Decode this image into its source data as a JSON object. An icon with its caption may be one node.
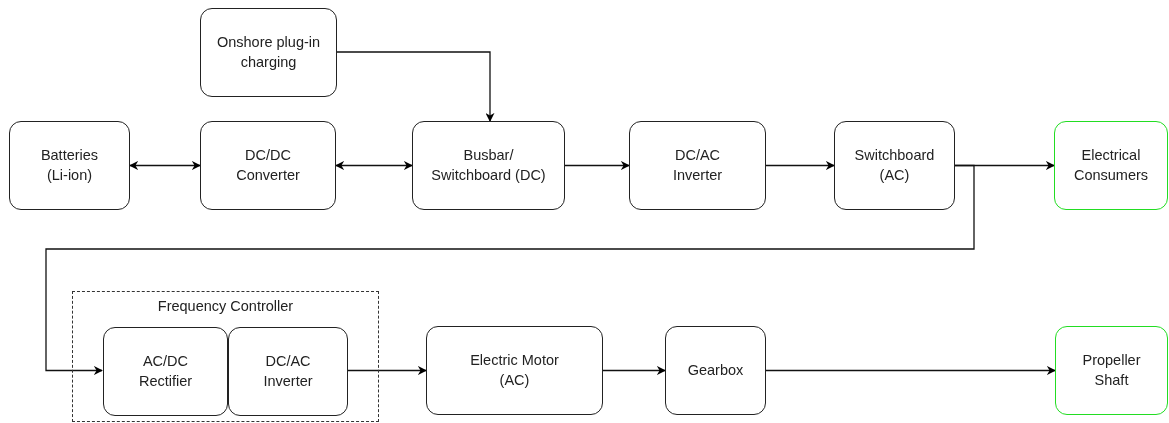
{
  "diagram": {
    "nodes": [
      {
        "text": [
          "Onshore plug-in charging"
        ]
      },
      {
        "text": [
          "Batteries (Li-ion)"
        ]
      },
      {
        "text": [
          "DC/DC Converter"
        ]
      },
      {
        "text": [
          "Busbar/ Switchboard (DC)"
        ]
      },
      {
        "text": [
          "DC/AC Inverter"
        ]
      },
      {
        "text": [
          "Switchboard (AC)"
        ]
      },
      {
        "text": [
          "Electrical Consumers"
        ]
      },
      {
        "text": [
          "Frequency Controller"
        ]
      },
      {
        "text": [
          "AC/DC Rectifier"
        ],
        "in": 7
      },
      {
        "text": [
          "DC/AC Inverter"
        ],
        "in": 7
      },
      {
        "text": [
          "Electric Motor (AC)"
        ]
      },
      {
        "text": [
          "Gearbox"
        ]
      },
      {
        "text": [
          "Propeller Shaft"
        ]
      }
    ],
    "edges": [
      {
        "from": 0,
        "to": 3,
        "arrow": "to"
      },
      {
        "from": 1,
        "to": 2,
        "arrow": "both"
      },
      {
        "from": 2,
        "to": 3,
        "arrow": "both"
      },
      {
        "from": 3,
        "to": 4,
        "arrow": "to"
      },
      {
        "from": 4,
        "to": 5,
        "arrow": "to"
      },
      {
        "from": 5,
        "to": 6,
        "arrow": "to"
      },
      {
        "from": 5,
        "to": 8,
        "arrow": "to"
      },
      {
        "from": 9,
        "to": 10,
        "arrow": "to"
      },
      {
        "from": 10,
        "to": 11,
        "arrow": "to"
      },
      {
        "from": 11,
        "to": 12,
        "arrow": "to"
      }
    ]
  }
}
